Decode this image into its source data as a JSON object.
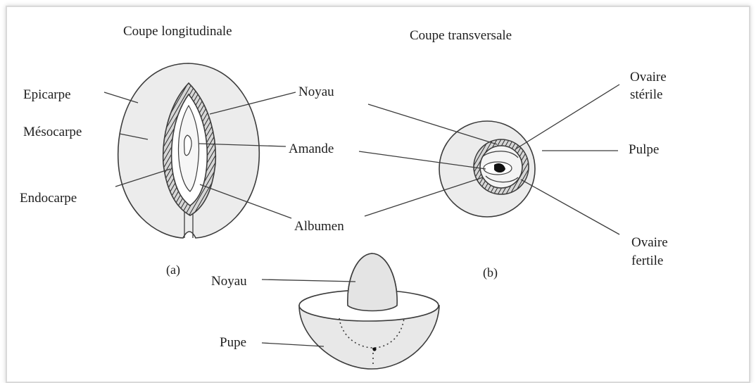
{
  "titles": {
    "longitudinal": "Coupe longitudinale",
    "transversal": "Coupe transversale"
  },
  "figure_labels": {
    "a": "(a)",
    "b": "(b)"
  },
  "longitudinal_labels": {
    "epicarpe": "Epicarpe",
    "mesocarpe": "Mésocarpe",
    "endocarpe": "Endocarpe",
    "noyau": "Noyau",
    "amande": "Amande",
    "albumen": "Albumen"
  },
  "transversal_labels": {
    "ovaire_sterile_1": "Ovaire",
    "ovaire_sterile_2": "stérile",
    "pulpe": "Pulpe",
    "ovaire_fertile_1": "Ovaire",
    "ovaire_fertile_2": "fertile"
  },
  "cup_labels": {
    "noyau": "Noyau",
    "pupe": "Pupe"
  },
  "colors": {
    "fruit_fill": "#ececec",
    "outline": "#3c3c3c",
    "seed_dark": "#111111"
  }
}
